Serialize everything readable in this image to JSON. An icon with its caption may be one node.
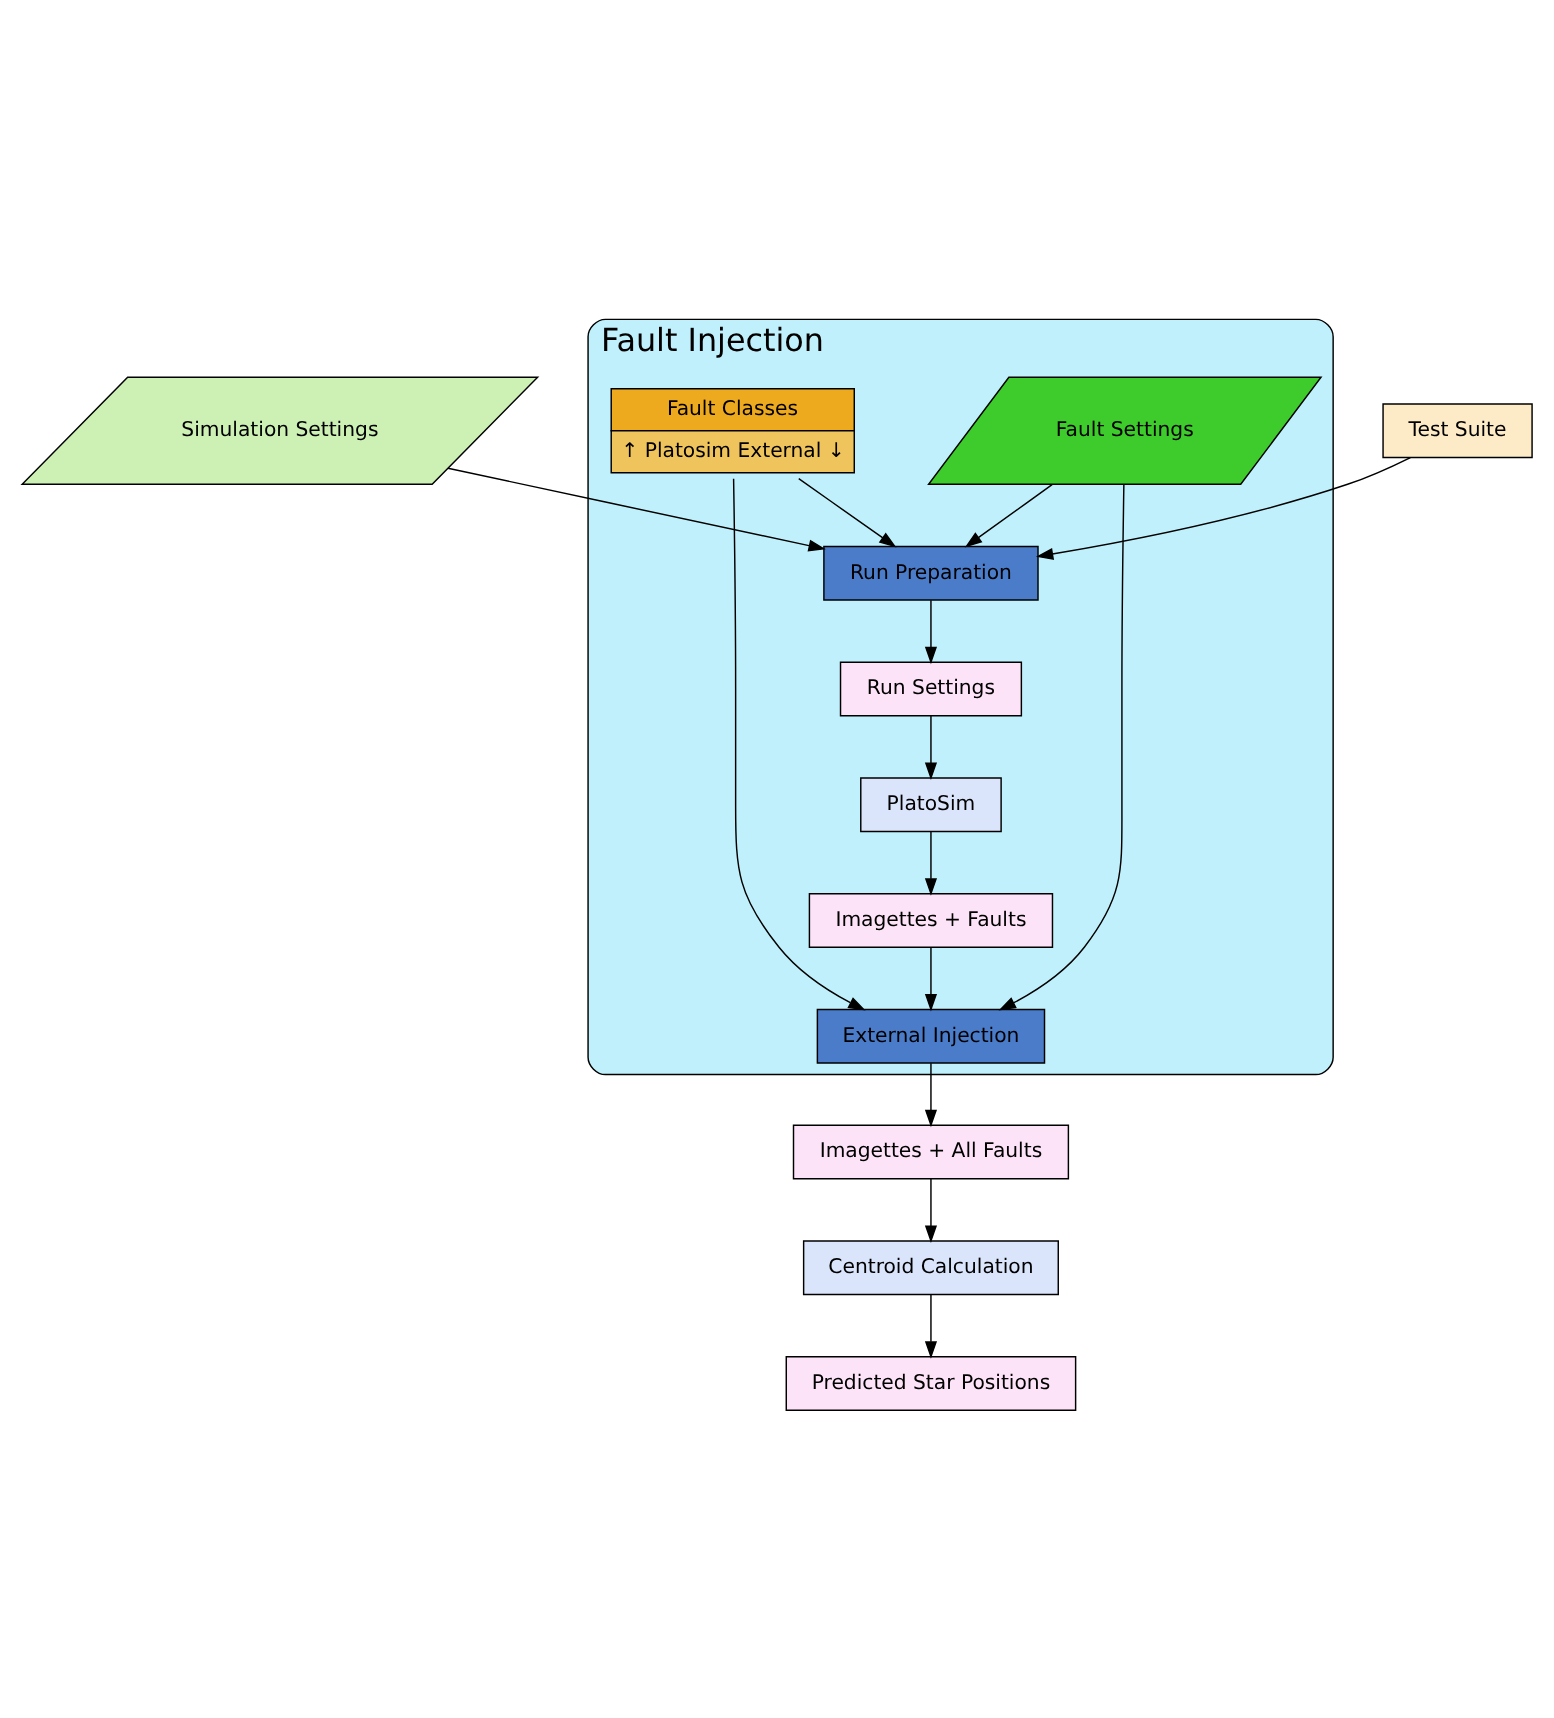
{
  "diagram": {
    "nodes": [
      {
        "text": [
          "Simulation Settings"
        ]
      },
      {
        "text": [
          "Test Suite"
        ]
      },
      {
        "text": [
          "Fault Injection"
        ]
      },
      {
        "text": [
          "Run Preparation"
        ],
        "in": 2
      },
      {
        "text": [
          "Run Settings"
        ],
        "in": 2
      },
      {
        "text": [
          "Fault Settings"
        ],
        "in": 2
      },
      {
        "text": [
          "Fault Classes",
          "↑ Platosim External ↓"
        ],
        "in": 2
      },
      {
        "text": [
          "PlatoSim"
        ],
        "in": 2
      },
      {
        "text": [
          "External Injection"
        ],
        "in": 2
      },
      {
        "text": [
          "Imagettes + Faults"
        ],
        "in": 2
      },
      {
        "text": [
          "Predicted Star Positions"
        ]
      },
      {
        "text": [
          "Centroid Calculation"
        ]
      },
      {
        "text": [
          "Imagettes + All Faults"
        ]
      }
    ],
    "edges": [
      {
        "from": 0,
        "to": 3,
        "arrow": "to"
      },
      {
        "from": 1,
        "to": 3,
        "arrow": "to"
      },
      {
        "from": 5,
        "to": 3,
        "arrow": "to"
      },
      {
        "from": 6,
        "to": 3,
        "arrow": "to"
      },
      {
        "from": 3,
        "to": 4,
        "arrow": "to"
      },
      {
        "from": 4,
        "to": 7,
        "arrow": "to"
      },
      {
        "from": 7,
        "to": 9,
        "arrow": "to"
      },
      {
        "from": 5,
        "to": 8,
        "arrow": "to"
      },
      {
        "from": 6,
        "to": 8,
        "arrow": "to"
      },
      {
        "from": 9,
        "to": 8,
        "arrow": "to"
      },
      {
        "from": 8,
        "to": 12,
        "arrow": "to"
      },
      {
        "from": 12,
        "to": 11,
        "arrow": "to"
      },
      {
        "from": 11,
        "to": 10,
        "arrow": "to"
      }
    ]
  }
}
